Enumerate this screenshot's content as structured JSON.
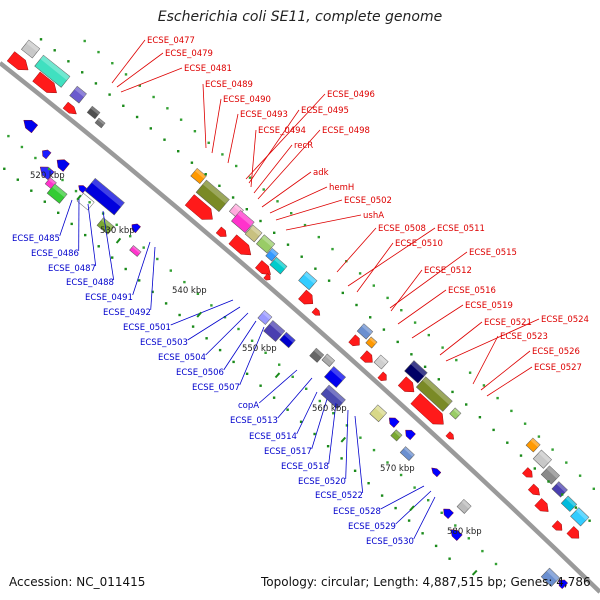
{
  "title": "Escherichia coli SE11, complete genome",
  "footer": {
    "accession": "Accession: NC_011415",
    "summary": "Topology: circular; Length: 4,887,515 bp; Genes: 4,786"
  },
  "scale": [
    "520 kbp",
    "530 kbp",
    "540 kbp",
    "550 kbp",
    "560 kbp",
    "570 kbp",
    "580 kbp"
  ],
  "colors": {
    "forward_label": "#dd0000",
    "reverse_label": "#0000cc",
    "backbone": "#9a9a9a"
  },
  "genes_forward": [
    "ECSE_0477",
    "ECSE_0479",
    "ECSE_0481",
    "ECSE_0489",
    "ECSE_0490",
    "ECSE_0493",
    "ECSE_0496",
    "ECSE_0495",
    "ECSE_0494",
    "recR",
    "ECSE_0498",
    "adk",
    "hemH",
    "ECSE_0502",
    "ushA",
    "ECSE_0508",
    "ECSE_0511",
    "ECSE_0510",
    "ECSE_0515",
    "ECSE_0512",
    "ECSE_0516",
    "ECSE_0519",
    "ECSE_0521",
    "ECSE_0524",
    "ECSE_0523",
    "ECSE_0526",
    "ECSE_0527"
  ],
  "genes_reverse": [
    "ECSE_0485",
    "ECSE_0486",
    "ECSE_0487",
    "ECSE_0488",
    "ECSE_0491",
    "ECSE_0492",
    "ECSE_0501",
    "ECSE_0503",
    "ECSE_0504",
    "ECSE_0506",
    "ECSE_0507",
    "copA",
    "ECSE_0513",
    "ECSE_0514",
    "ECSE_0517",
    "ECSE_0518",
    "ECSE_0520",
    "ECSE_0522",
    "ECSE_0528",
    "ECSE_0529",
    "ECSE_0530"
  ]
}
